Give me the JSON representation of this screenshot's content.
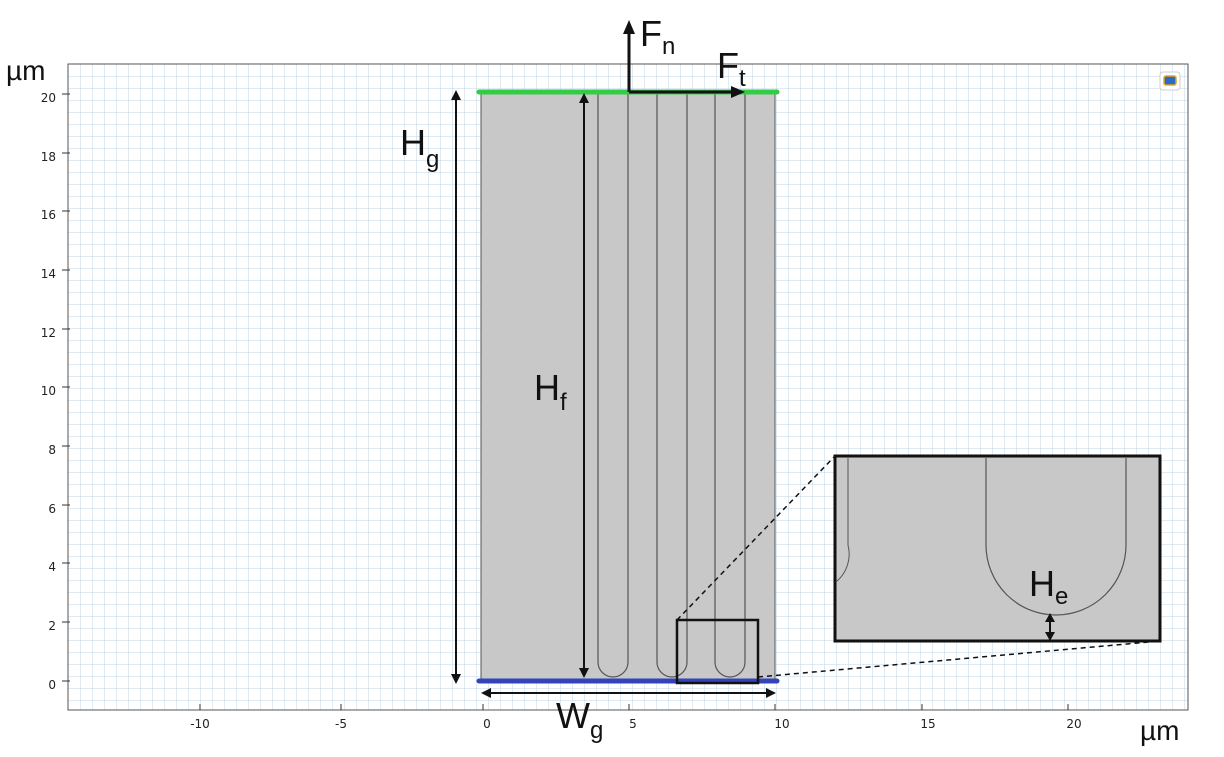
{
  "axes": {
    "x_unit": "µm",
    "y_unit": "µm",
    "x_ticks": [
      "-10",
      "-5",
      "0",
      "5",
      "10",
      "15",
      "20"
    ],
    "y_ticks": [
      "0",
      "2",
      "4",
      "6",
      "8",
      "10",
      "12",
      "14",
      "16",
      "18",
      "20"
    ]
  },
  "labels": {
    "Hg": {
      "main": "H",
      "sub": "g"
    },
    "Hf": {
      "main": "H",
      "sub": "f"
    },
    "He": {
      "main": "H",
      "sub": "e"
    },
    "Wg": {
      "main": "W",
      "sub": "g"
    },
    "Fn": {
      "main": "F",
      "sub": "n"
    },
    "Ft": {
      "main": "F",
      "sub": "t"
    }
  },
  "colors": {
    "grid": "#bfd6e6",
    "block": "#c8c8c8",
    "top_boundary": "#33cc44",
    "bottom_boundary": "#3344bb",
    "outline": "#555555"
  },
  "icons": {
    "corner": "zoom-extents-icon"
  }
}
